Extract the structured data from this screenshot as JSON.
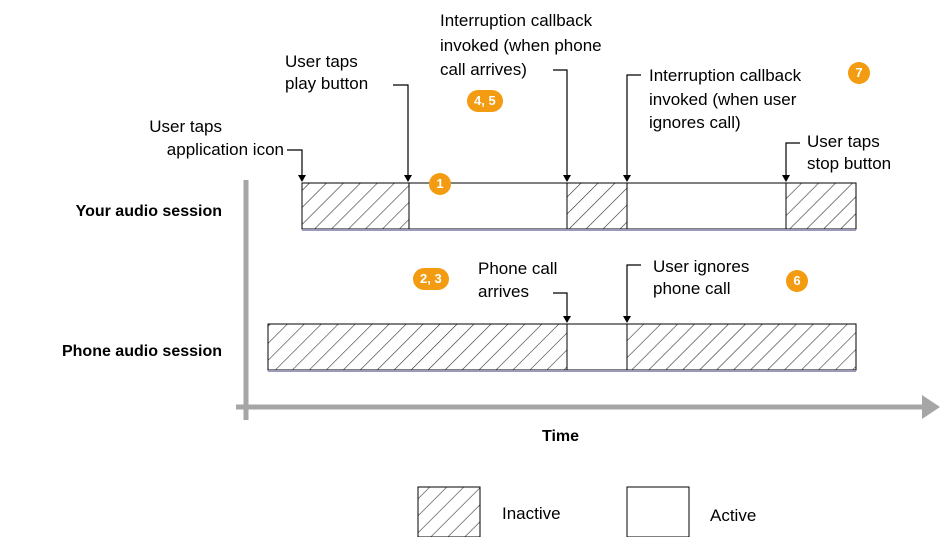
{
  "lanes": {
    "your_audio_session": "Your audio session",
    "phone_audio_session": "Phone audio session"
  },
  "axis": {
    "time": "Time"
  },
  "annotations": {
    "app_icon": {
      "line1": "User taps",
      "line2": "application icon"
    },
    "play_button": {
      "line1": "User taps",
      "line2": "play button"
    },
    "callback_arrives": {
      "line1": "Interruption callback",
      "line2": "invoked (when phone",
      "line3": "call arrives)"
    },
    "callback_ignores": {
      "line1": "Interruption callback",
      "line2": "invoked (when user",
      "line3": "ignores call)"
    },
    "stop_button": {
      "line1": "User taps",
      "line2": "stop button"
    },
    "phone_call_arrives": {
      "line1": "Phone call",
      "line2": "arrives"
    },
    "user_ignores_call": {
      "line1": "User ignores",
      "line2": "phone call"
    }
  },
  "badges": {
    "b1": "1",
    "b23": "2, 3",
    "b45": "4, 5",
    "b6": "6",
    "b7": "7"
  },
  "legend": {
    "inactive": "Inactive",
    "active": "Active"
  },
  "colors": {
    "badge": "#f39c12",
    "axis": "#a6a6a6",
    "bar_underline": "#9a9ab8",
    "hatch": "#333333"
  }
}
